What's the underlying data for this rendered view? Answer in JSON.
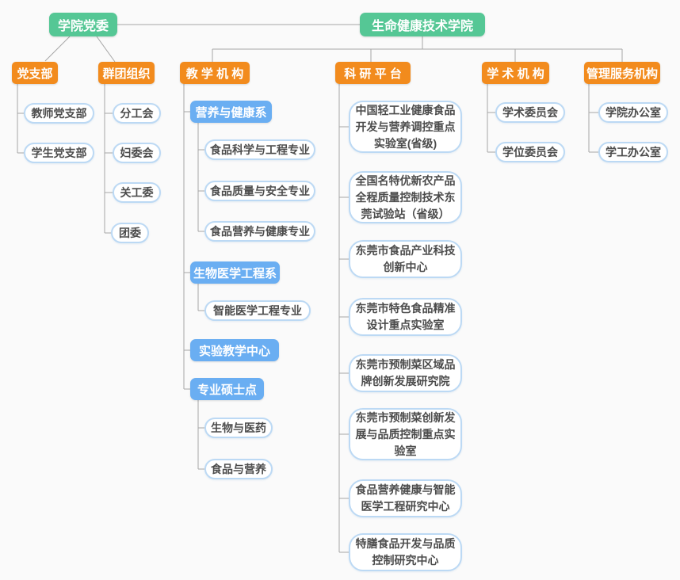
{
  "colors": {
    "root_green": "#55c795",
    "branch_orange": "#f28b1d",
    "dept_blue": "#6aaef2",
    "pill_border": "#bcd9f4",
    "pill_text": "#4c4c4c",
    "connector_gray": "#a6a6a6",
    "background": "#fafafa"
  },
  "tree": {
    "root": {
      "label": "学院党委"
    },
    "college": {
      "label": "生命健康技术学院"
    },
    "party": {
      "label": "党支部",
      "children": [
        {
          "label": "教师党支部"
        },
        {
          "label": "学生党支部"
        }
      ]
    },
    "mass": {
      "label": "群团组织",
      "children": [
        {
          "label": "分工会"
        },
        {
          "label": "妇委会"
        },
        {
          "label": "关工委"
        },
        {
          "label": "团委"
        }
      ]
    },
    "teaching": {
      "label": "教 学 机 构",
      "children": [
        {
          "label": "营养与健康系",
          "children": [
            {
              "label": "食品科学与工程专业"
            },
            {
              "label": "食品质量与安全专业"
            },
            {
              "label": "食品营养与健康专业"
            }
          ]
        },
        {
          "label": "生物医学工程系",
          "children": [
            {
              "label": "智能医学工程专业"
            }
          ]
        },
        {
          "label": "实验教学中心",
          "children": []
        },
        {
          "label": "专业硕士点",
          "children": [
            {
              "label": "生物与医药"
            },
            {
              "label": "食品与营养"
            }
          ]
        }
      ]
    },
    "research": {
      "label": "科 研 平 台",
      "children": [
        {
          "label": "中国轻工业健康食品开发与营养调控重点实验室(省级)"
        },
        {
          "label": "全国名特优新农产品全程质量控制技术东莞试验站（省级）"
        },
        {
          "label": "东莞市食品产业科技创新中心"
        },
        {
          "label": "东莞市特色食品精准设计重点实验室"
        },
        {
          "label": "东莞市预制菜区域品牌创新发展研究院"
        },
        {
          "label": "东莞市预制菜创新发展与品质控制重点实验室"
        },
        {
          "label": "食品营养健康与智能医学工程研究中心"
        },
        {
          "label": "特膳食品开发与品质控制研究中心"
        }
      ]
    },
    "academic": {
      "label": "学 术 机 构",
      "children": [
        {
          "label": "学术委员会"
        },
        {
          "label": "学位委员会"
        }
      ]
    },
    "admin": {
      "label": "管理服务机构",
      "children": [
        {
          "label": "学院办公室"
        },
        {
          "label": "学工办公室"
        }
      ]
    }
  }
}
